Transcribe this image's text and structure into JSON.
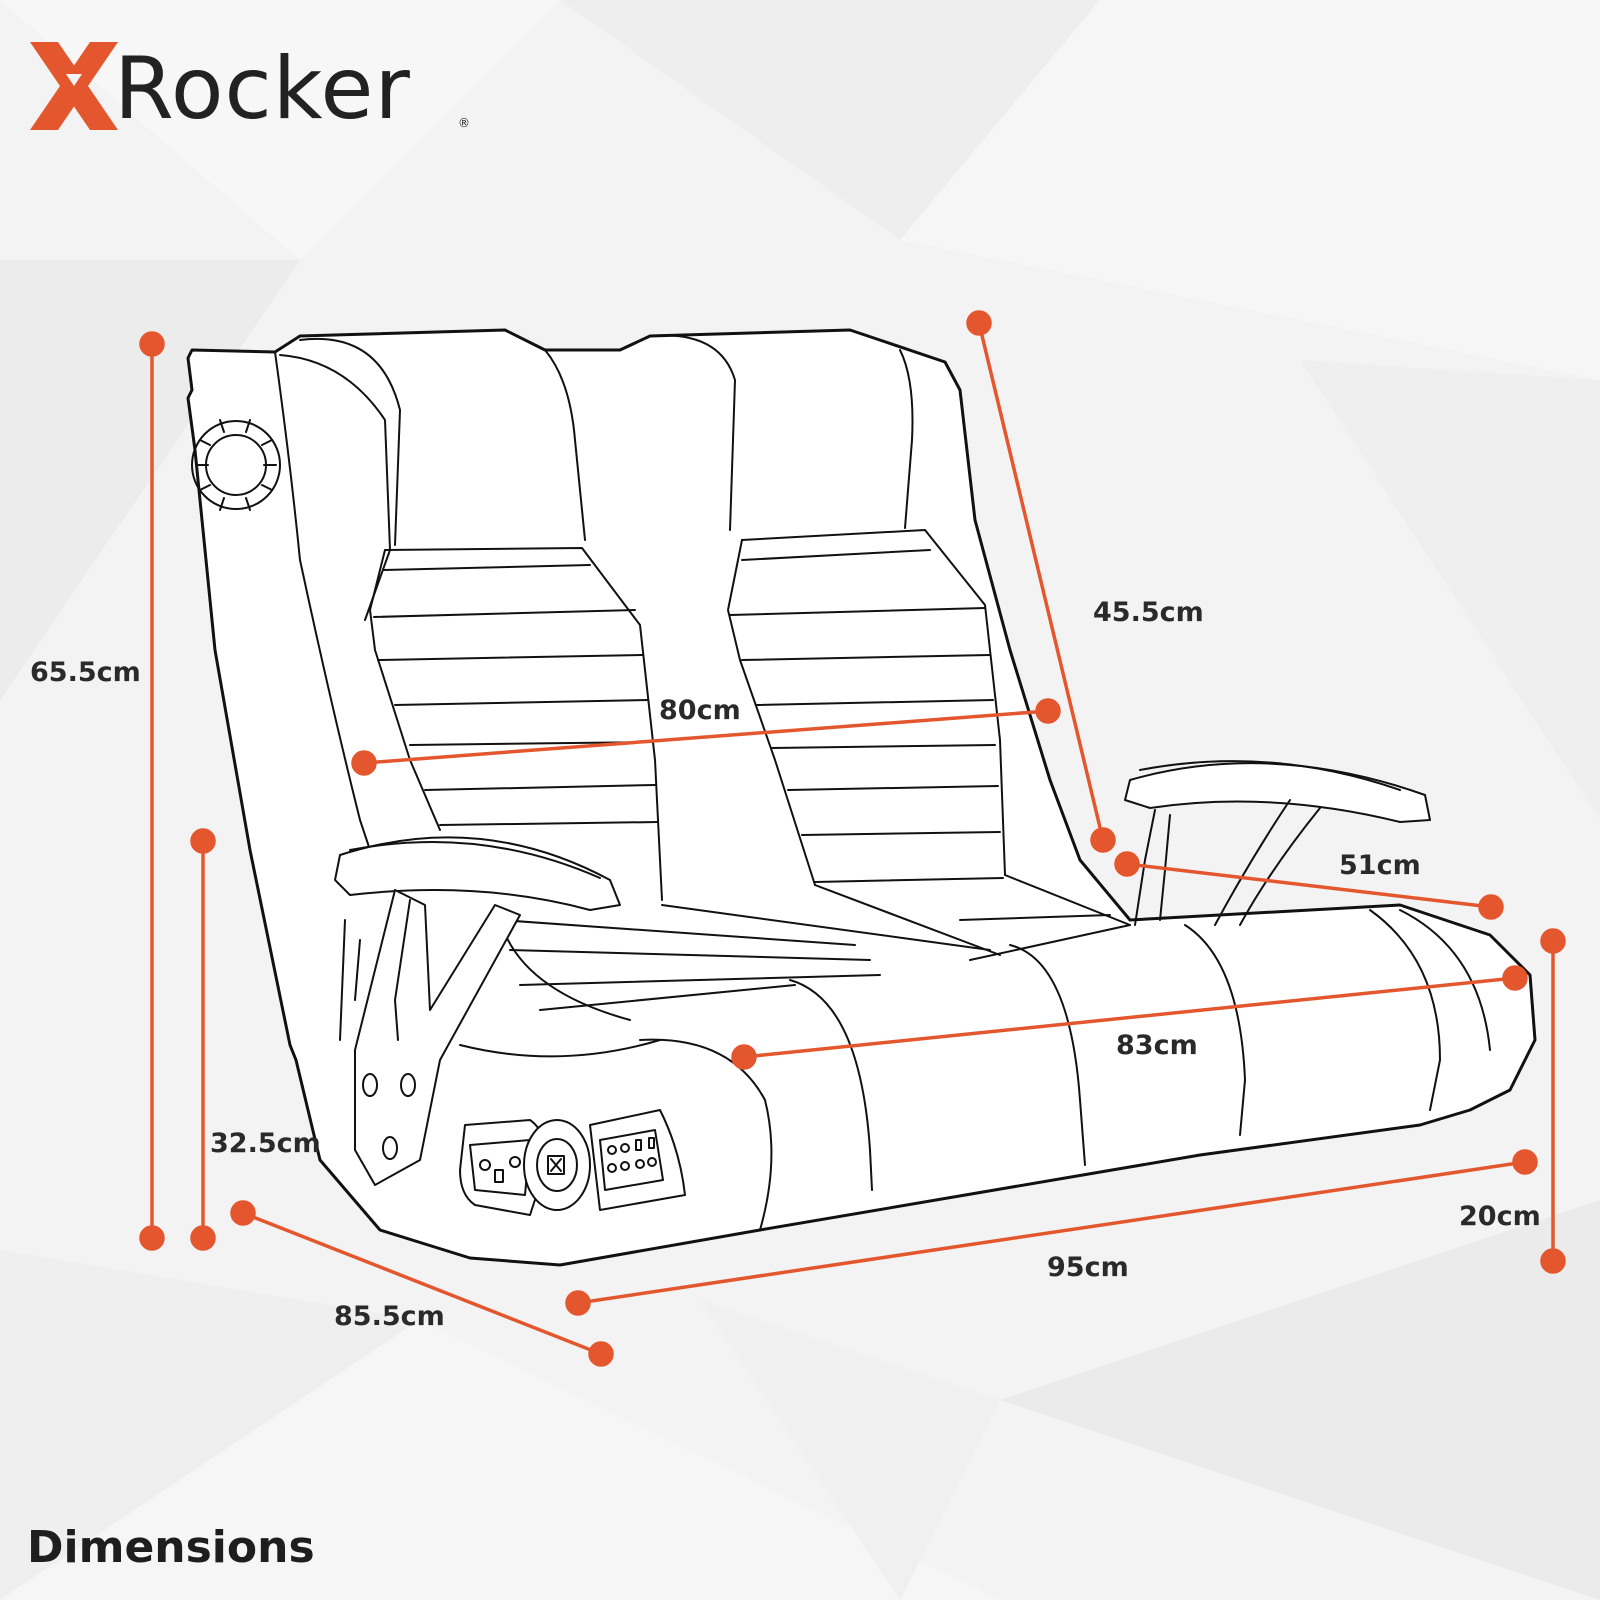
{
  "brand": {
    "logo_mark": "X",
    "logo_word": "Rocker",
    "registered_mark": "®",
    "accent_color": "#e4572e"
  },
  "page_title": "Dimensions",
  "dimensions": {
    "overall_height": "65.5cm",
    "backrest_height": "45.5cm",
    "backrest_width": "80cm",
    "armrest_length": "51cm",
    "seat_width": "83cm",
    "side_height": "32.5cm",
    "base_height": "20cm",
    "overall_width": "95cm",
    "overall_depth": "85.5cm"
  },
  "colors": {
    "dimension_line": "#e4572e",
    "outline": "#111111",
    "chair_fill": "#ffffff"
  }
}
